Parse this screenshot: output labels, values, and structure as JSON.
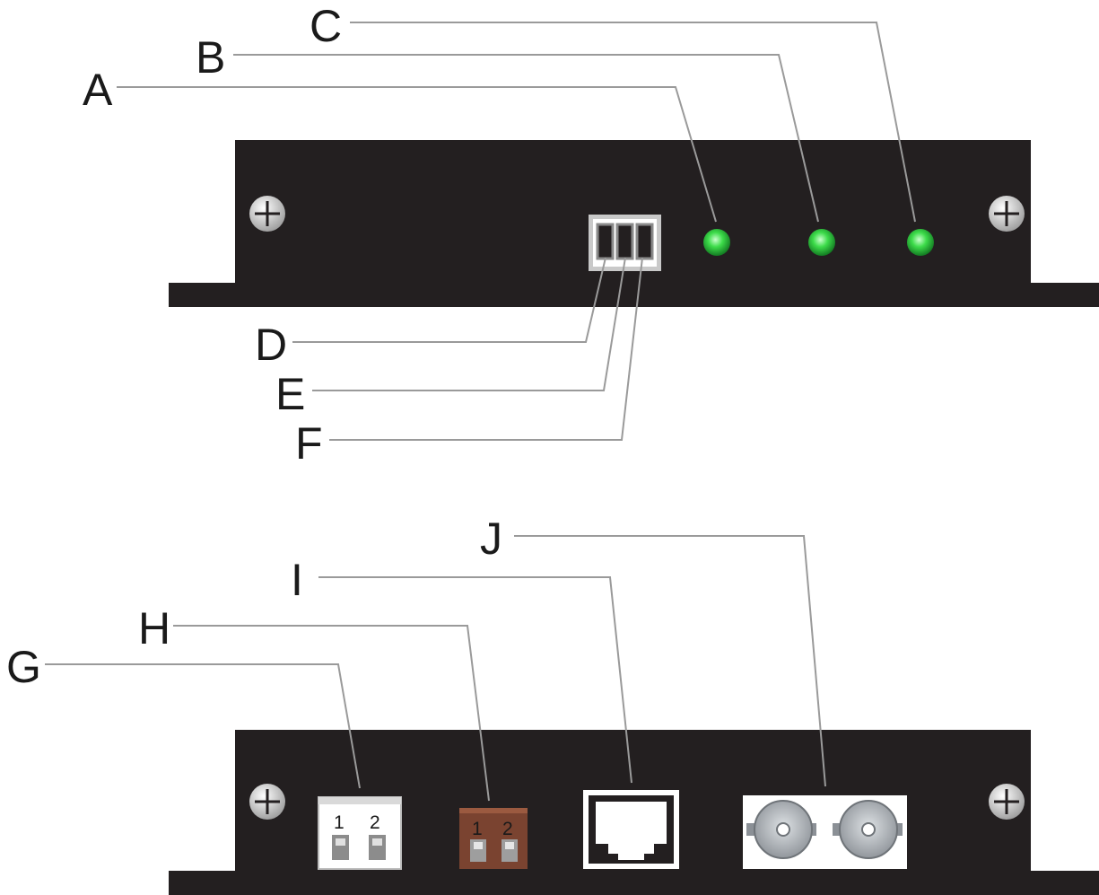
{
  "front_panel": {
    "callouts": {
      "led_1": "A",
      "led_2": "B",
      "led_3": "C",
      "switch_1": "D",
      "switch_2": "E",
      "switch_3": "F"
    }
  },
  "rear_panel": {
    "callouts": {
      "terminal_white": "G",
      "terminal_brown": "H",
      "rj_jack": "I",
      "bnc_pair": "J"
    },
    "terminal_white_pins": [
      "1",
      "2"
    ],
    "terminal_brown_pins": [
      "1",
      "2"
    ]
  },
  "colors": {
    "chassis": "#231f20",
    "led_green": "#3ddc4a",
    "leader_gray": "#9a9a9a",
    "terminal_brown": "#7a4330",
    "bnc_gray": "#a8adb2"
  },
  "icons": {
    "screw": "phillips-screw-icon",
    "led": "green-led-icon",
    "bnc": "bnc-connector-icon",
    "rj": "rj-jack-icon"
  }
}
